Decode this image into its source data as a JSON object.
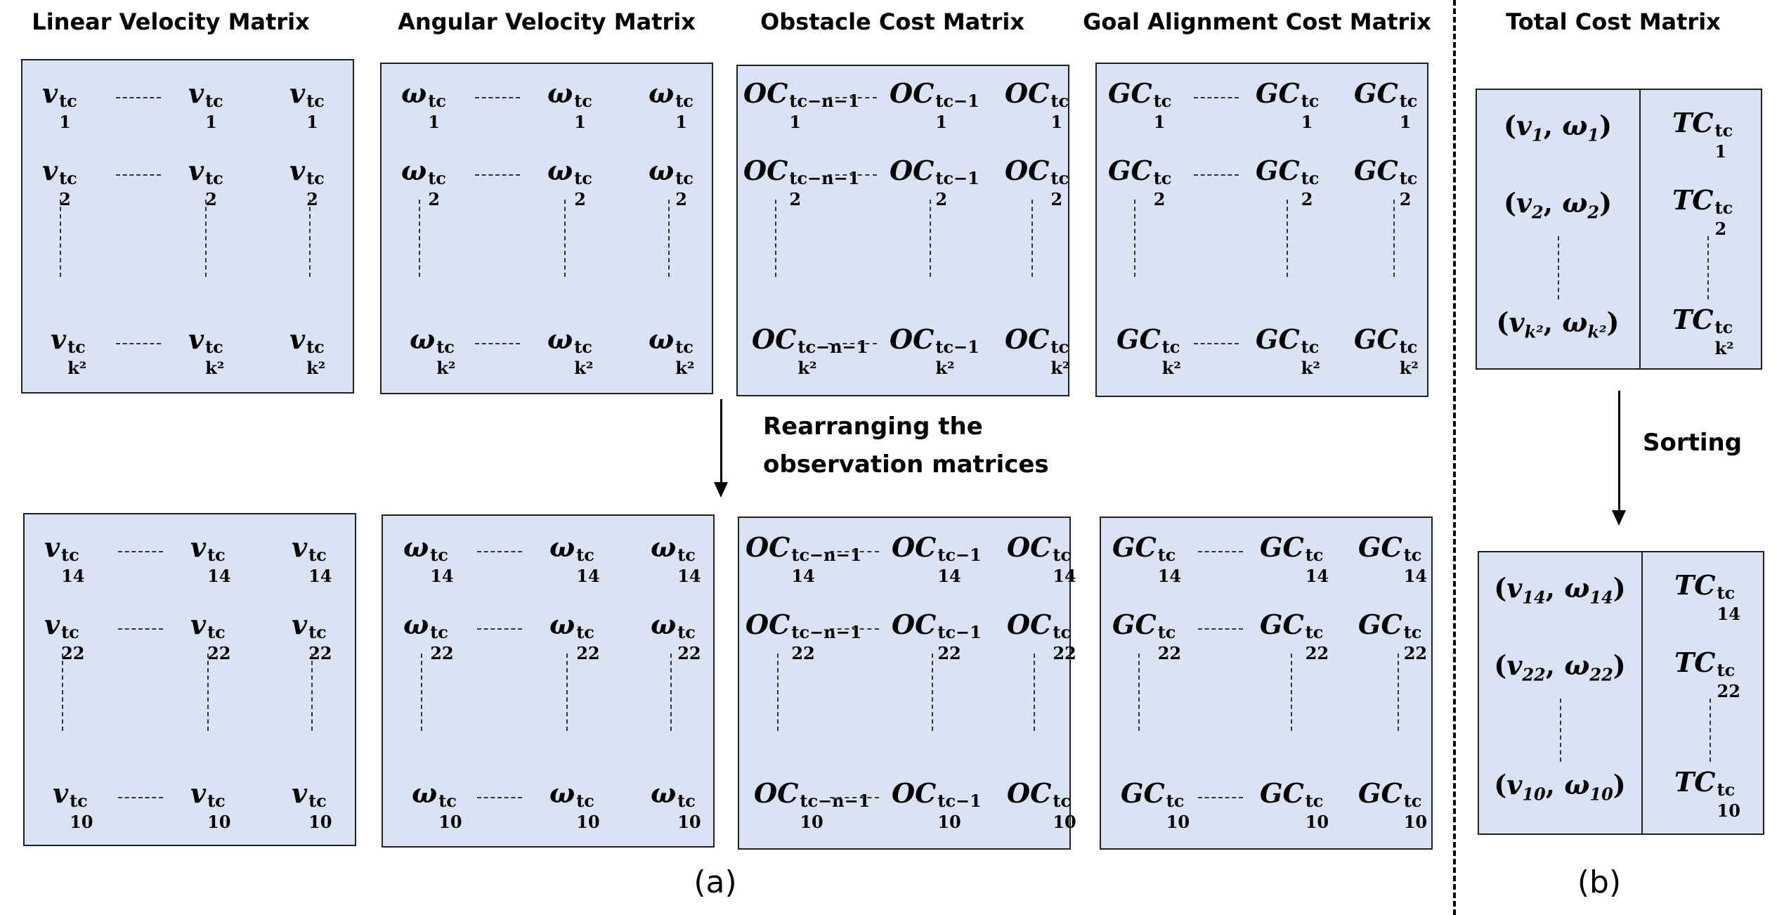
{
  "titles": {
    "linear": "Linear Velocity Matrix",
    "angular": "Angular Velocity Matrix",
    "obstacle": "Obstacle Cost Matrix",
    "goal": "Goal Alignment Cost Matrix",
    "total": "Total Cost Matrix"
  },
  "symbols": {
    "v": "v",
    "omega": "ω",
    "oc": "OC",
    "gc": "GC",
    "tc": "TC",
    "tc_sup": "t",
    "tc_sub": "c"
  },
  "superscripts": {
    "tc": "tc",
    "tc_minus_n_minus_1": "tc−n−1",
    "tc_minus_1": "tc−1"
  },
  "top_row_indices": [
    "1",
    "2",
    "k²"
  ],
  "bottom_row_indices": [
    "14",
    "22",
    "10"
  ],
  "arrows": {
    "rearrange_label_line1": "Rearranging the",
    "rearrange_label_line2": "observation matrices",
    "sort_label": "Sorting"
  },
  "total_top": [
    {
      "pair": "(v1, ω1)",
      "v_sub": "1",
      "w_sub": "1",
      "tc_sub": "1"
    },
    {
      "pair": "(v2, ω2)",
      "v_sub": "2",
      "w_sub": "2",
      "tc_sub": "2"
    },
    {
      "pair": "(vk², ωk²)",
      "v_sub": "k²",
      "w_sub": "k²",
      "tc_sub": "k²"
    }
  ],
  "total_bottom": [
    {
      "pair": "(v14, ω14)",
      "v_sub": "14",
      "w_sub": "14",
      "tc_sub": "14"
    },
    {
      "pair": "(v22, ω22)",
      "v_sub": "22",
      "w_sub": "22",
      "tc_sub": "22"
    },
    {
      "pair": "(v10, ω10)",
      "v_sub": "10",
      "w_sub": "10",
      "tc_sub": "10"
    }
  ],
  "captions": {
    "a": "(a)",
    "b": "(b)"
  },
  "colors": {
    "box_fill": "#dae3f3",
    "box_border": "#202020"
  }
}
